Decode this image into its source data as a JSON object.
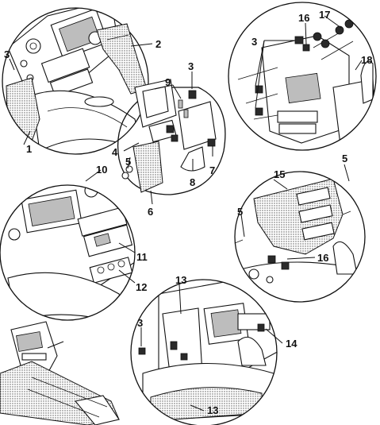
{
  "callouts": {
    "c1": "1",
    "c2": "2",
    "c3a": "3",
    "c3b": "3",
    "c3c": "3",
    "c3d": "3",
    "c4": "4",
    "c5a": "5",
    "c5b": "5",
    "c5c": "5",
    "c6": "6",
    "c7": "7",
    "c8": "8",
    "c9": "9",
    "c10": "10",
    "c11": "11",
    "c12": "12",
    "c13": "13",
    "c14": "14",
    "c15": "15",
    "c16a": "16",
    "c16b": "16",
    "c17": "17",
    "c18": "18"
  }
}
